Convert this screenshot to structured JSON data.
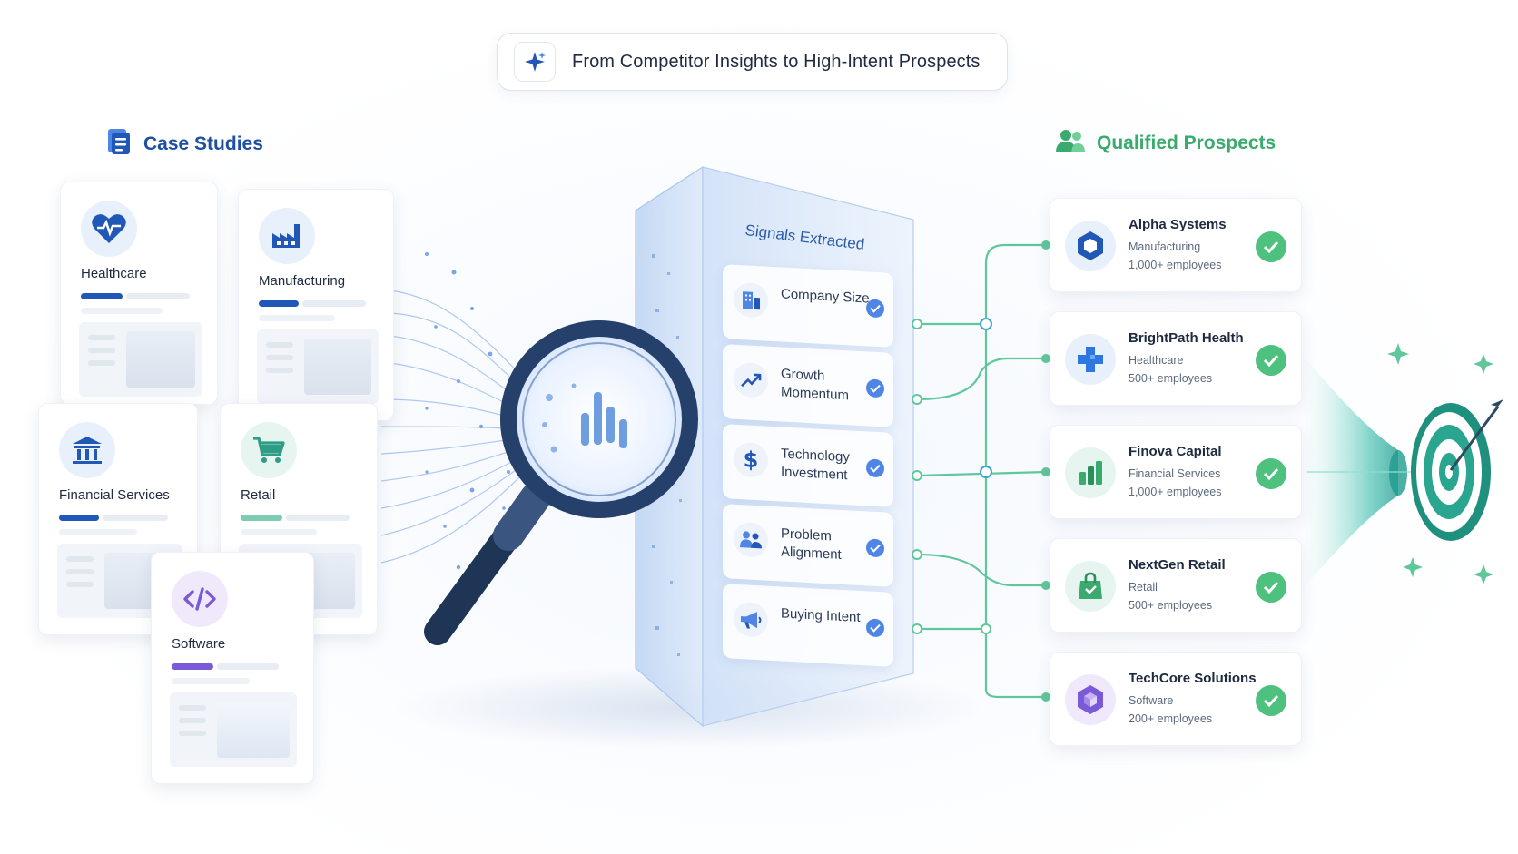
{
  "header": {
    "title": "From Competitor Insights to High-Intent Prospects"
  },
  "case_studies": {
    "heading": "Case Studies",
    "cards": [
      {
        "label": "Healthcare",
        "icon": "heart-pulse-icon"
      },
      {
        "label": "Manufacturing",
        "icon": "factory-icon"
      },
      {
        "label": "Financial Services",
        "icon": "bank-icon"
      },
      {
        "label": "Retail",
        "icon": "shopping-cart-icon"
      },
      {
        "label": "Software",
        "icon": "code-icon"
      }
    ]
  },
  "signals": {
    "title": "Signals Extracted",
    "items": [
      {
        "label": "Company Size",
        "icon": "building-icon"
      },
      {
        "label": "Growth Momentum",
        "icon": "trend-up-icon"
      },
      {
        "label": "Technology Investment",
        "icon": "dollar-icon"
      },
      {
        "label": "Problem Alignment",
        "icon": "people-icon"
      },
      {
        "label": "Buying Intent",
        "icon": "megaphone-icon"
      }
    ]
  },
  "prospects": {
    "heading": "Qualified Prospects",
    "items": [
      {
        "name": "Alpha Systems",
        "industry": "Manufacturing",
        "employees": "1,000+ employees",
        "icon": "hexagon-icon"
      },
      {
        "name": "BrightPath Health",
        "industry": "Healthcare",
        "employees": "500+ employees",
        "icon": "medical-cross-icon"
      },
      {
        "name": "Finova Capital",
        "industry": "Financial Services",
        "employees": "1,000+ employees",
        "icon": "bar-chart-icon"
      },
      {
        "name": "NextGen Retail",
        "industry": "Retail",
        "employees": "500+ employees",
        "icon": "shopping-bag-icon"
      },
      {
        "name": "TechCore Solutions",
        "industry": "Software",
        "employees": "200+ employees",
        "icon": "cube-icon"
      }
    ]
  },
  "colors": {
    "primary_blue": "#2157b6",
    "accent_green": "#3aaa6e",
    "teal": "#1f9c8e",
    "purple": "#7a5ad8",
    "check_blue": "#4f86e6",
    "check_green": "#4ec17f"
  }
}
